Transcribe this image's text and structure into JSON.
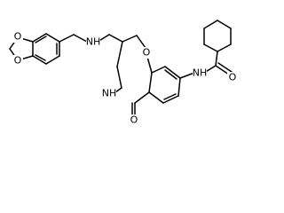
{
  "atoms": {
    "o_dioxole_top": "O",
    "o_dioxole_bottom": "O",
    "nh_amine": "NH",
    "o_ring": "O",
    "nh_lactam": "NH",
    "o_lactam": "O",
    "nh_amide": "NH",
    "o_amide": "O"
  }
}
